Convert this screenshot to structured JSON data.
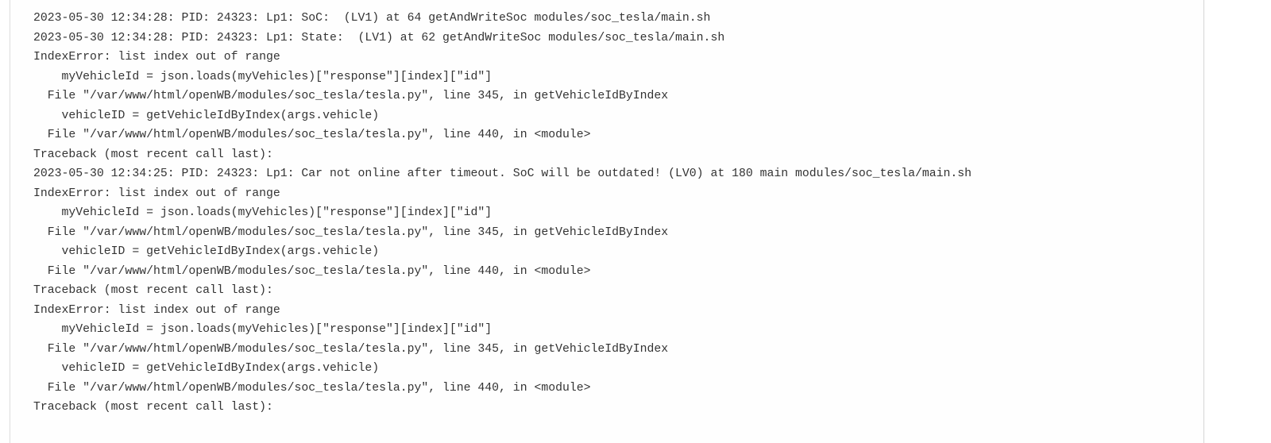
{
  "log_lines": [
    "2023-05-30 12:34:28: PID: 24323: Lp1: SoC:  (LV1) at 64 getAndWriteSoc modules/soc_tesla/main.sh",
    "2023-05-30 12:34:28: PID: 24323: Lp1: State:  (LV1) at 62 getAndWriteSoc modules/soc_tesla/main.sh",
    "IndexError: list index out of range",
    "    myVehicleId = json.loads(myVehicles)[\"response\"][index][\"id\"]",
    "  File \"/var/www/html/openWB/modules/soc_tesla/tesla.py\", line 345, in getVehicleIdByIndex",
    "    vehicleID = getVehicleIdByIndex(args.vehicle)",
    "  File \"/var/www/html/openWB/modules/soc_tesla/tesla.py\", line 440, in <module>",
    "Traceback (most recent call last):",
    "2023-05-30 12:34:25: PID: 24323: Lp1: Car not online after timeout. SoC will be outdated! (LV0) at 180 main modules/soc_tesla/main.sh",
    "IndexError: list index out of range",
    "    myVehicleId = json.loads(myVehicles)[\"response\"][index][\"id\"]",
    "  File \"/var/www/html/openWB/modules/soc_tesla/tesla.py\", line 345, in getVehicleIdByIndex",
    "    vehicleID = getVehicleIdByIndex(args.vehicle)",
    "  File \"/var/www/html/openWB/modules/soc_tesla/tesla.py\", line 440, in <module>",
    "Traceback (most recent call last):",
    "IndexError: list index out of range",
    "    myVehicleId = json.loads(myVehicles)[\"response\"][index][\"id\"]",
    "  File \"/var/www/html/openWB/modules/soc_tesla/tesla.py\", line 345, in getVehicleIdByIndex",
    "    vehicleID = getVehicleIdByIndex(args.vehicle)",
    "  File \"/var/www/html/openWB/modules/soc_tesla/tesla.py\", line 440, in <module>",
    "Traceback (most recent call last):"
  ]
}
